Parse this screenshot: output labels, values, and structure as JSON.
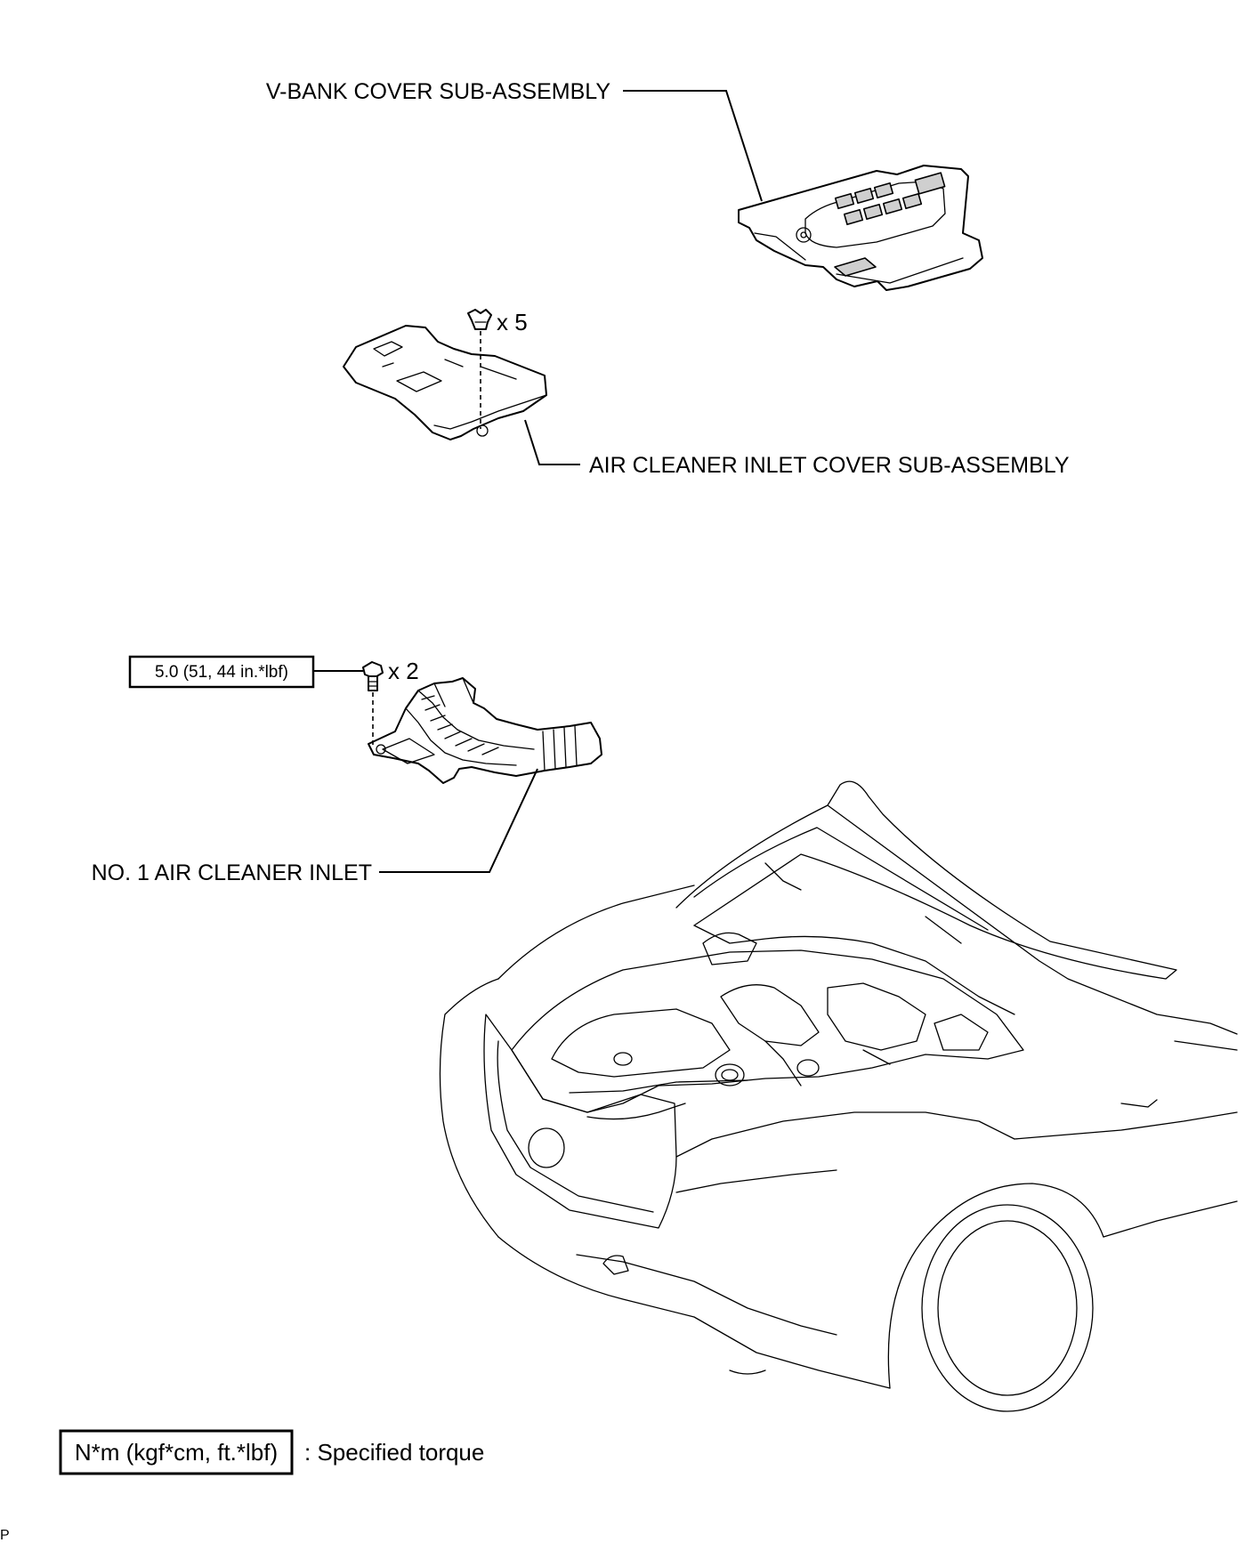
{
  "labels": {
    "v_bank_cover": "V-BANK COVER SUB-ASSEMBLY",
    "air_cleaner_inlet_cover": "AIR CLEANER INLET COVER SUB-ASSEMBLY",
    "no1_air_cleaner_inlet": "NO. 1 AIR CLEANER INLET"
  },
  "fasteners": {
    "clip_qty": "x 5",
    "bolt_qty": "x 2"
  },
  "torque": {
    "value": "5.0 (51, 44 in.*lbf)"
  },
  "legend": {
    "unit_box": "N*m (kgf*cm, ft.*lbf)",
    "description": ": Specified torque"
  },
  "corner_mark": "P"
}
